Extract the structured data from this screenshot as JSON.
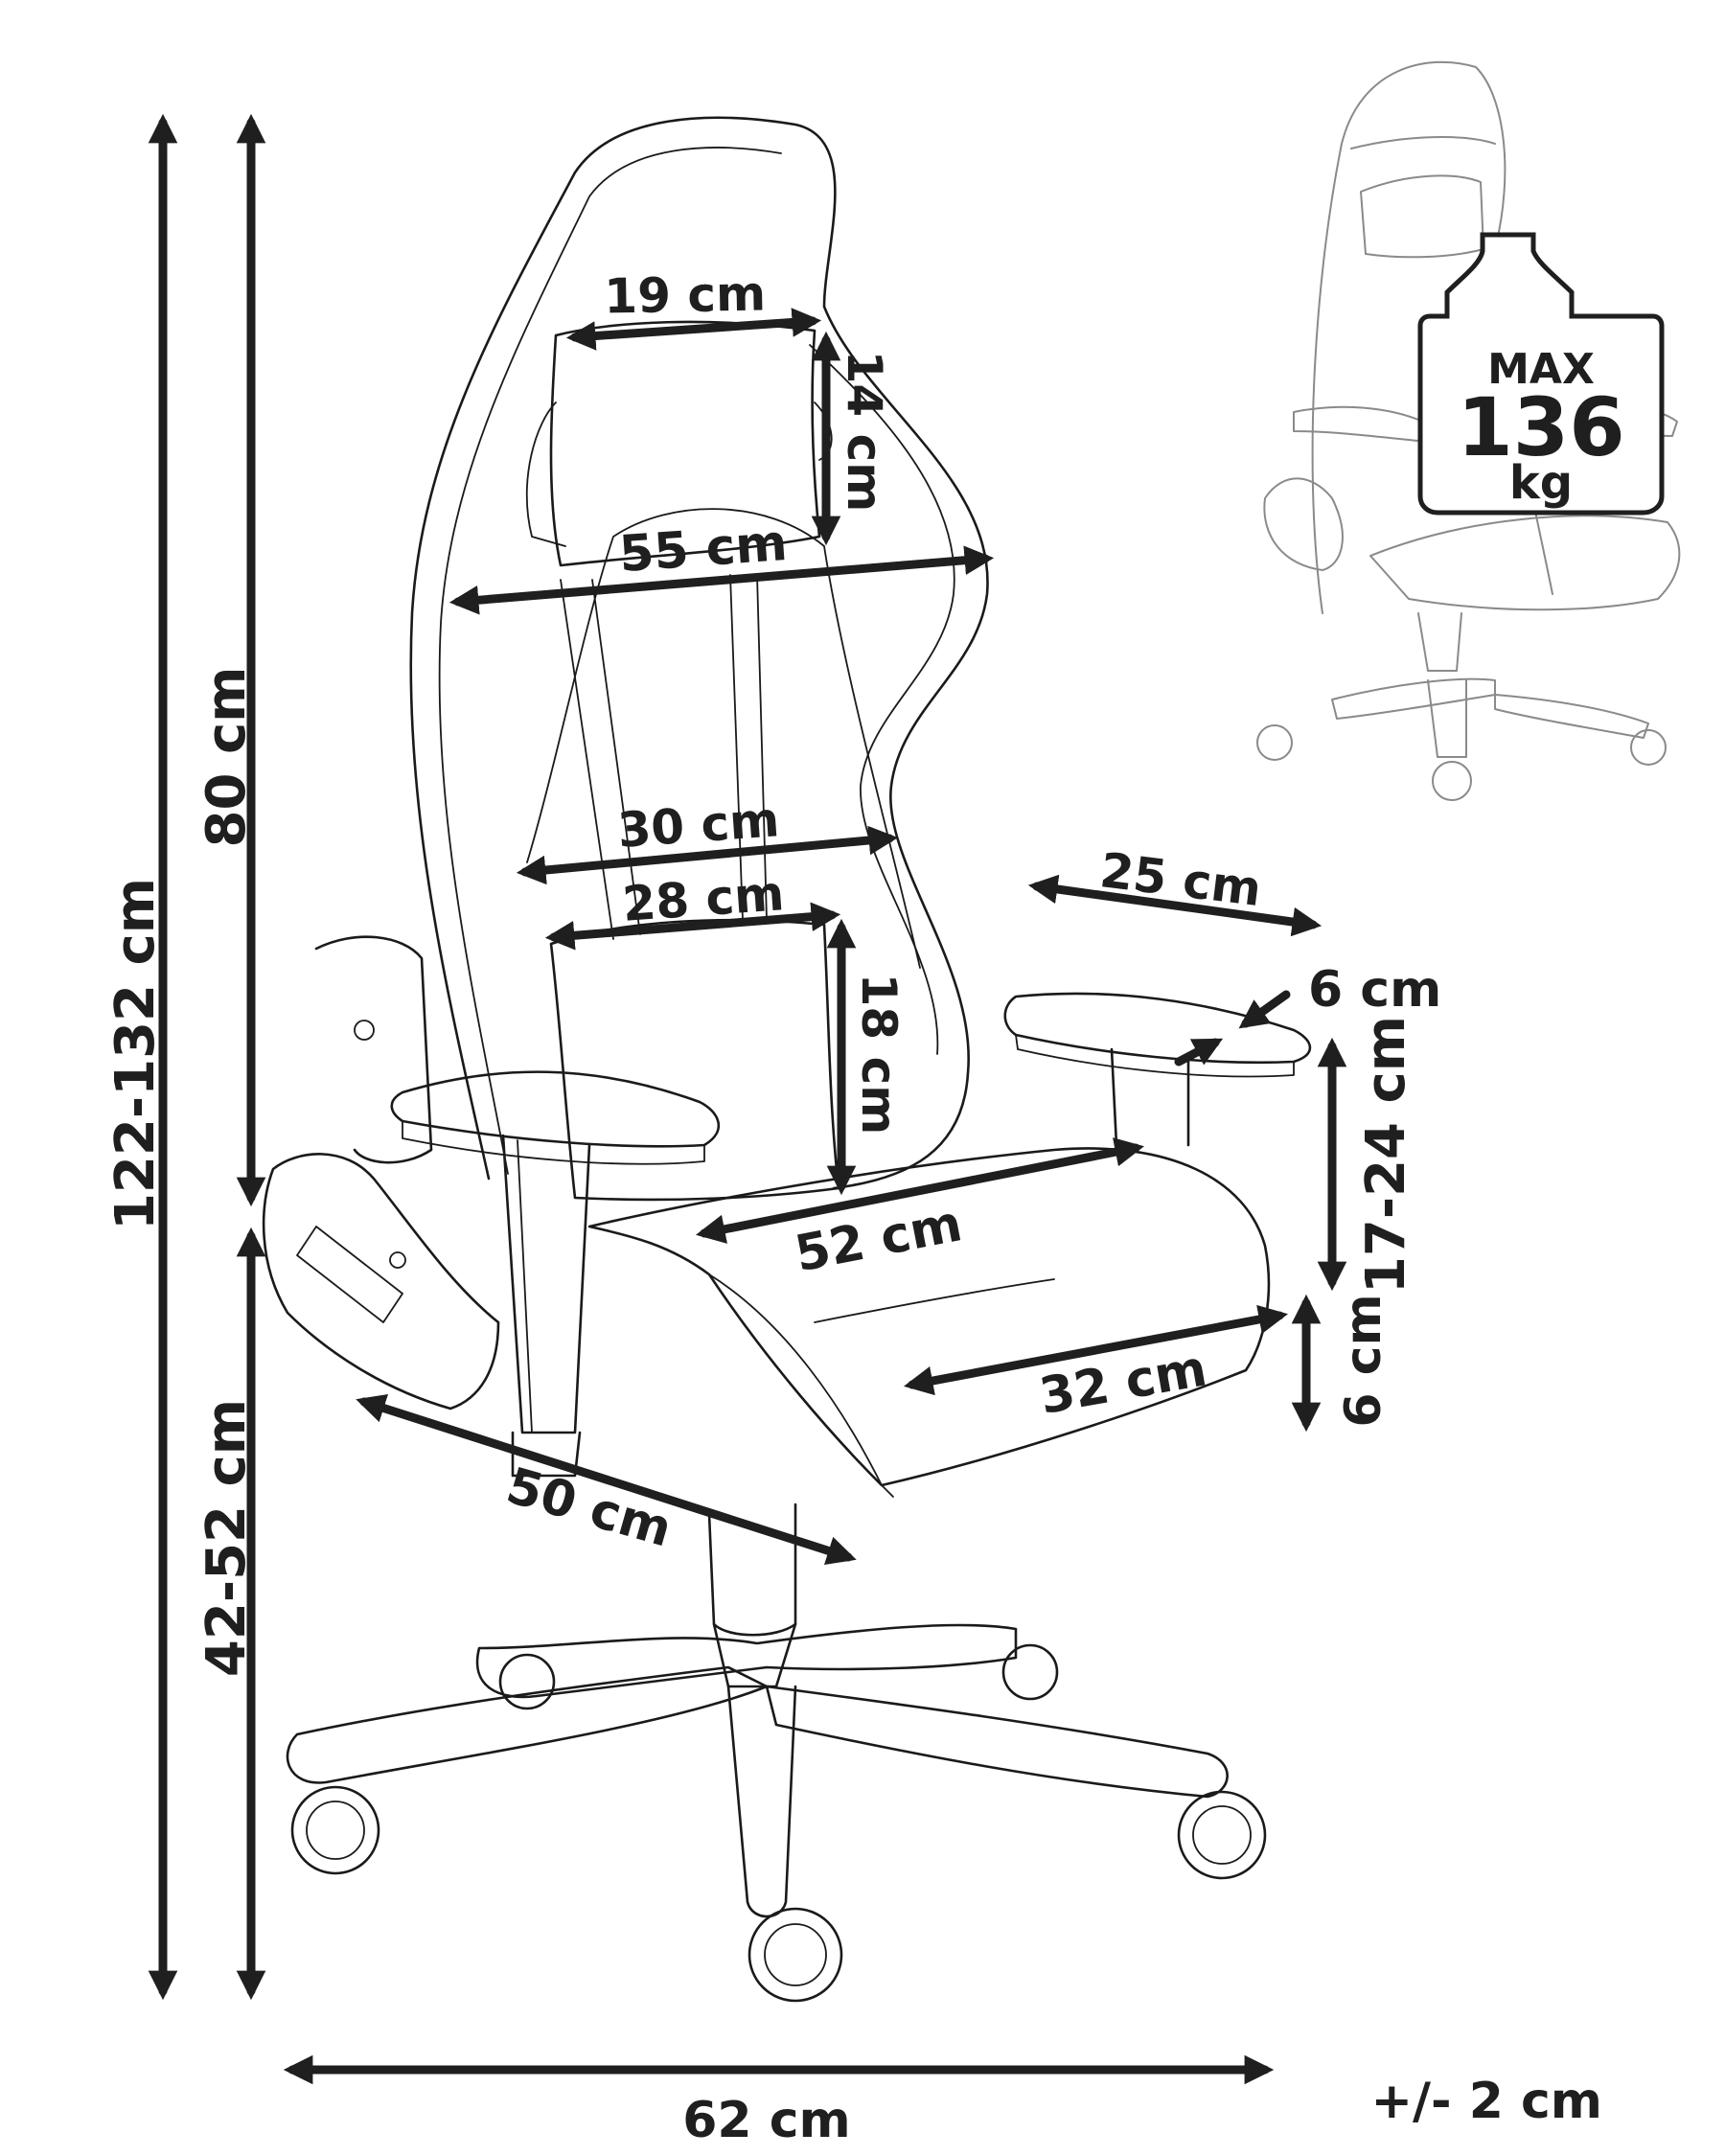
{
  "colors": {
    "ink": "#1f1f1f",
    "outline": "#1a1a1a",
    "faint": "#8a8a8a",
    "background": "#ffffff"
  },
  "dimensions": {
    "total_height": "122-132 cm",
    "backrest_height": "80 cm",
    "seat_height": "42-52 cm",
    "headrest_width": "19 cm",
    "headrest_height": "14 cm",
    "backrest_width_top": "55 cm",
    "backrest_width_mid": "30 cm",
    "lumbar_width": "28 cm",
    "lumbar_height": "18 cm",
    "armrest_length": "25 cm",
    "armrest_width": "6 cm",
    "armrest_height": "17-24 cm",
    "seat_width": "52 cm",
    "seat_depth": "32 cm",
    "seat_thickness": "6 cm",
    "chair_depth": "50 cm",
    "base_width": "62 cm"
  },
  "max_load": {
    "line1": "MAX",
    "line2": "136",
    "line3": "kg"
  },
  "tolerance": "+/- 2 cm"
}
